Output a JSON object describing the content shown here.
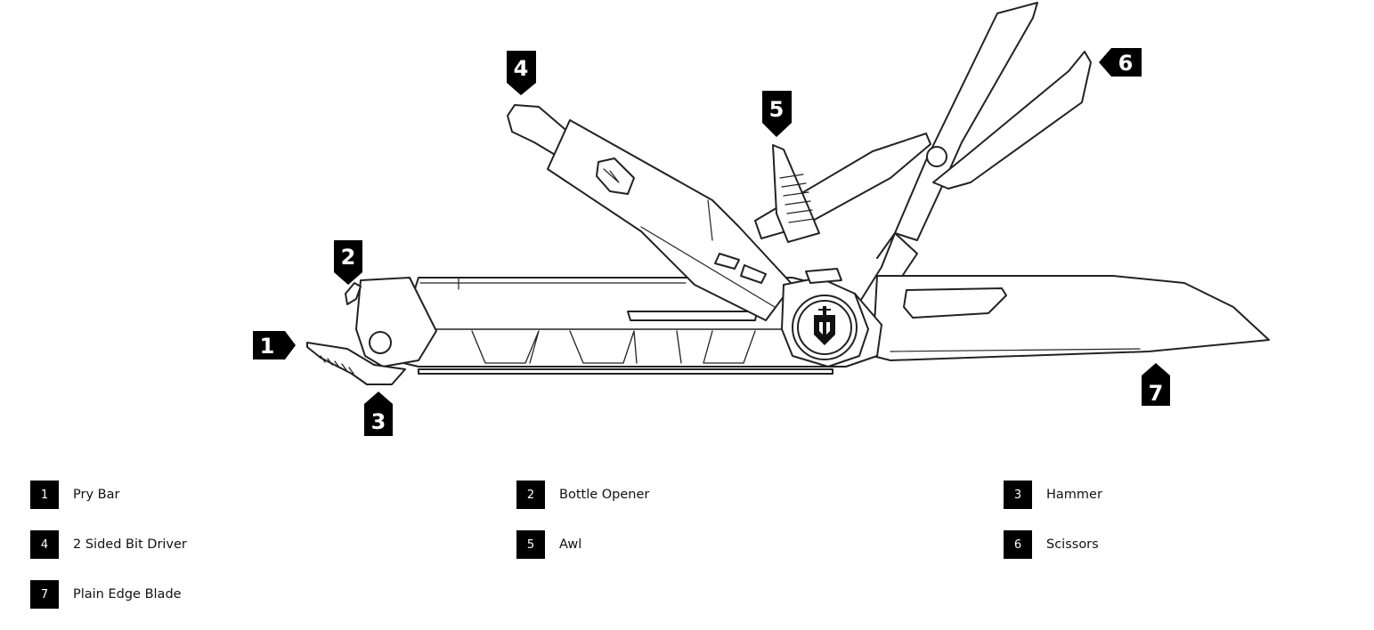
{
  "callouts": [
    {
      "number": "1",
      "label": "Pry Bar"
    },
    {
      "number": "2",
      "label": "Bottle Opener"
    },
    {
      "number": "3",
      "label": "Hammer"
    },
    {
      "number": "4",
      "label": "2 Sided Bit Driver"
    },
    {
      "number": "5",
      "label": "Awl"
    },
    {
      "number": "6",
      "label": "Scissors"
    },
    {
      "number": "7",
      "label": "Plain Edge Blade"
    }
  ],
  "colors": {
    "line": "#222222",
    "badge": "#000000",
    "badge_text": "#ffffff"
  },
  "icons": {
    "brand_mark": "gerber-logo-icon"
  }
}
